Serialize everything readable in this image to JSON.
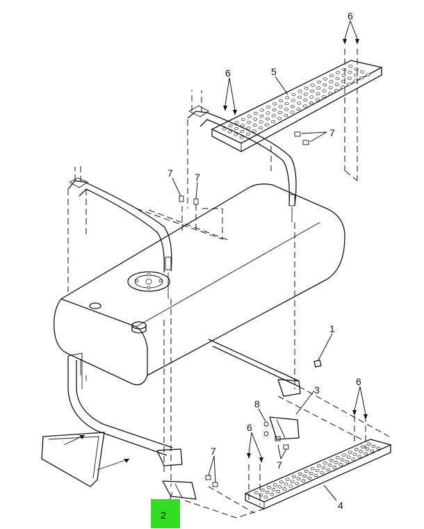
{
  "diagram": {
    "callouts": {
      "c1": "1",
      "c2": "2",
      "c3": "3",
      "c4": "4",
      "c5": "5",
      "c6a": "6",
      "c6b": "6",
      "c6c": "6",
      "c6d": "6",
      "c7a": "7",
      "c7b": "7",
      "c7c": "7",
      "c7d": "7",
      "c7e": "7",
      "c8": "8"
    },
    "highlight": {
      "part": "2",
      "color": "#33dd22"
    }
  }
}
